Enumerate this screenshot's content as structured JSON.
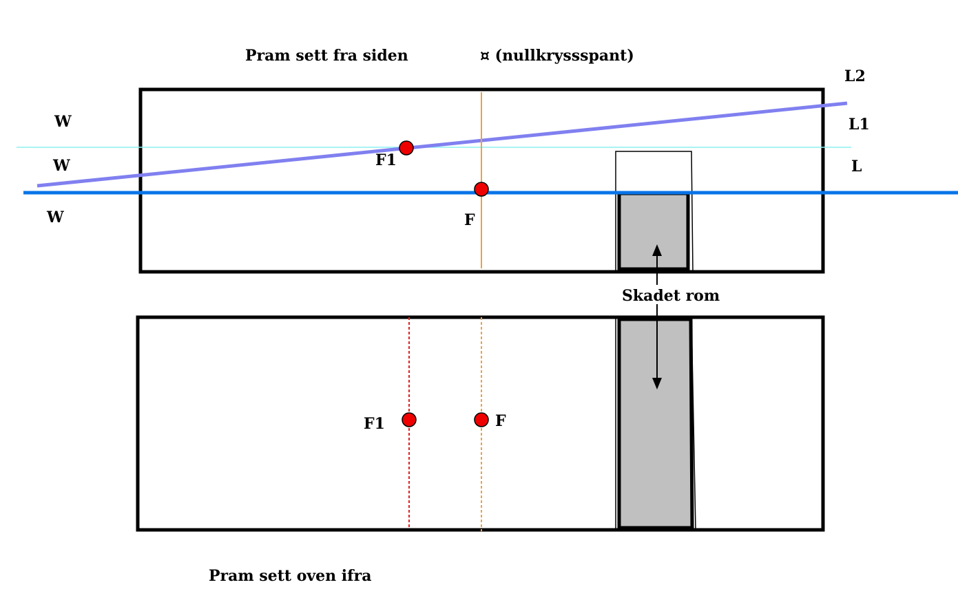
{
  "titles": {
    "side_view": "Pram sett fra siden",
    "null_frame": "¤  (nullkryssspant)",
    "top_view": "Pram sett oven ifra"
  },
  "waterline_labels": {
    "left_top": "W",
    "left_mid": "W",
    "left_bottom": "W",
    "right_L2": "L2",
    "right_L1": "L1",
    "right_L": "L"
  },
  "points": {
    "side_F1": "F1",
    "side_F": "F",
    "top_F1": "F1",
    "top_F": "F"
  },
  "damaged_room": "Skadet rom",
  "colors": {
    "outline": "#000000",
    "waterline_L": "#0a74e8",
    "waterline_L1": "#8bf0f0",
    "waterline_L2": "#8080f0",
    "null_frame_line": "#f0a040",
    "f1_line": "#e02020",
    "point_fill": "#ee0000",
    "room_fill": "#c0c0c0"
  }
}
